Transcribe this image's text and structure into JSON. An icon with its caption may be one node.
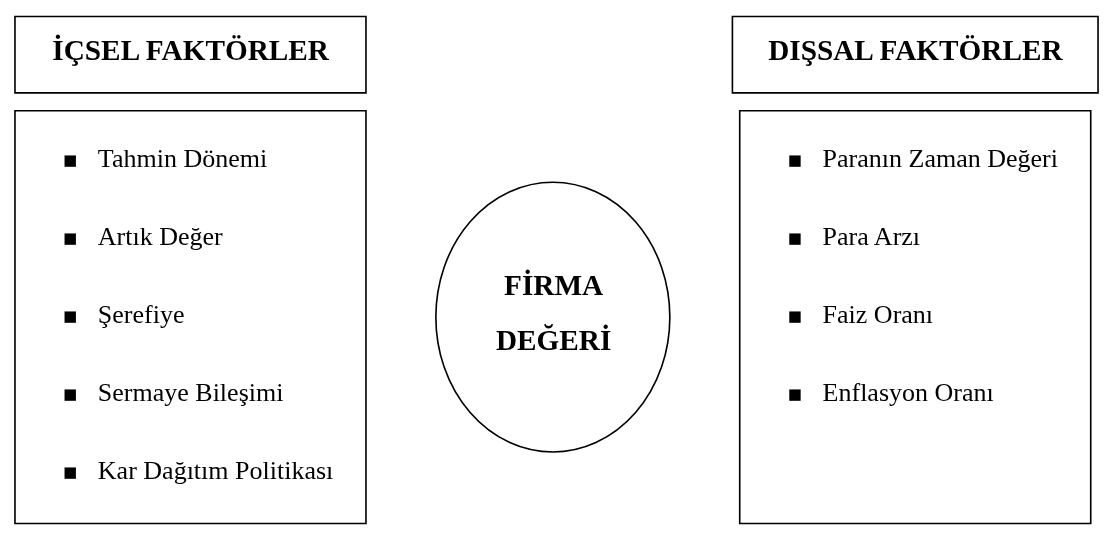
{
  "diagram": {
    "nodes": [
      {
        "text": [
          "İÇSEL FAKTÖRLER"
        ]
      },
      {
        "text": [
          "Tahmin Dönemi",
          "Artık Değer",
          "Şerefiye",
          "Sermaye Bileşimi",
          "Kar Dağıtım Politikası"
        ]
      },
      {
        "text": [
          "FİRMA DEĞERİ"
        ]
      },
      {
        "text": [
          "DIŞSAL FAKTÖRLER"
        ]
      },
      {
        "text": [
          "Paranın Zaman Değeri",
          "Para Arzı",
          "Faiz Oranı",
          "Enflasyon Oranı"
        ]
      }
    ],
    "edges": []
  }
}
